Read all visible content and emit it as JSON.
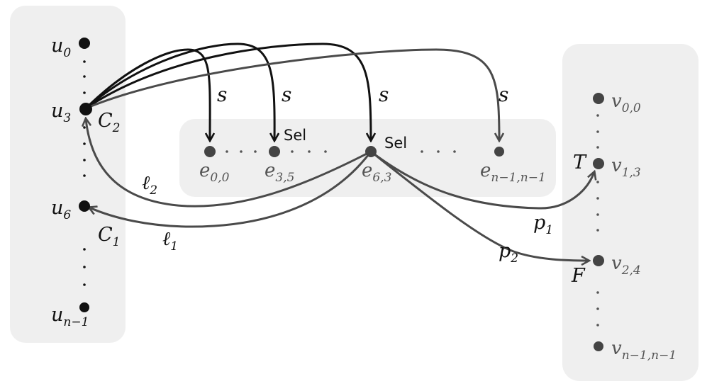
{
  "colors": {
    "panel": "#efefef",
    "ink": "#111111",
    "grey_ink": "#4a4a4a",
    "grey_label": "#555555"
  },
  "left_nodes": {
    "u0": {
      "base": "u",
      "sub": "0"
    },
    "u3": {
      "base": "u",
      "sub": "3"
    },
    "u6": {
      "base": "u",
      "sub": "6"
    },
    "un1": {
      "base": "u",
      "sub": "n−1"
    }
  },
  "clause_labels": {
    "c2": {
      "base": "C",
      "sub": "2"
    },
    "c1": {
      "base": "C",
      "sub": "1"
    }
  },
  "middle_nodes": {
    "e00": {
      "base": "e",
      "sub": "0,0"
    },
    "e35": {
      "base": "e",
      "sub": "3,5"
    },
    "e63": {
      "base": "e",
      "sub": "6,3"
    },
    "en": {
      "base": "e",
      "sub": "n−1,n−1"
    }
  },
  "sel_labels": {
    "a": "Sel",
    "b": "Sel"
  },
  "right_nodes": {
    "v00": {
      "base": "v",
      "sub": "0,0"
    },
    "v13": {
      "base": "v",
      "sub": "1,3"
    },
    "v24": {
      "base": "v",
      "sub": "2,4"
    },
    "vn": {
      "base": "v",
      "sub": "n−1,n−1"
    }
  },
  "truth_labels": {
    "t": "T",
    "f": "F"
  },
  "edge_labels": {
    "s1": "s",
    "s2": "s",
    "s3": "s",
    "s4": "s",
    "l2": {
      "base": "ℓ",
      "sub": "2"
    },
    "l1": {
      "base": "ℓ",
      "sub": "1"
    },
    "p1": {
      "base": "p",
      "sub": "1"
    },
    "p2": {
      "base": "p",
      "sub": "2"
    }
  }
}
